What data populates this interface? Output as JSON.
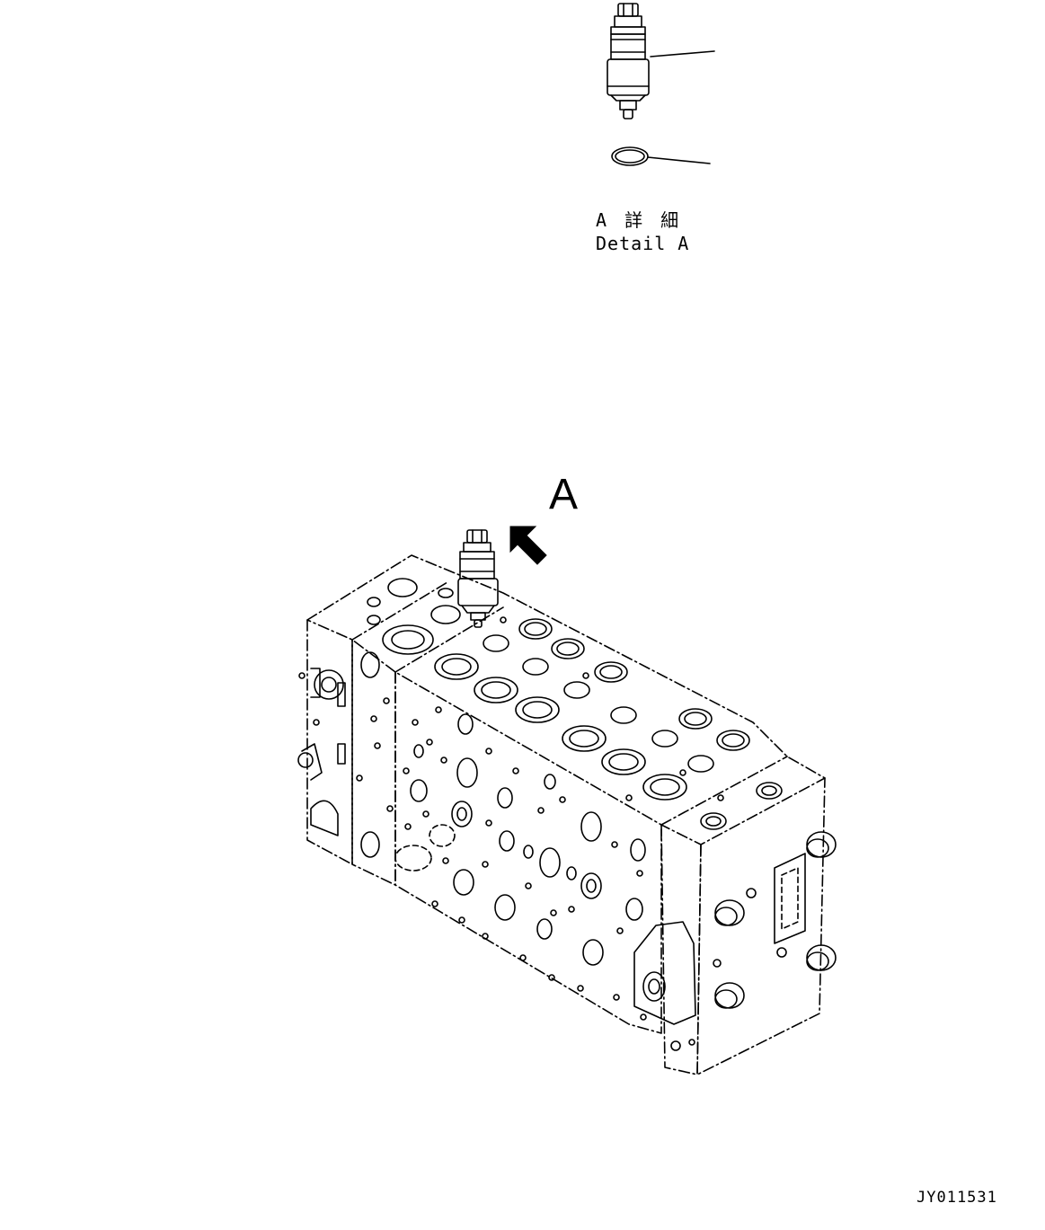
{
  "detail_caption": {
    "japanese": "A 詳 細",
    "english": "Detail A"
  },
  "view_letter": "A",
  "drawing_id": "JY011531"
}
